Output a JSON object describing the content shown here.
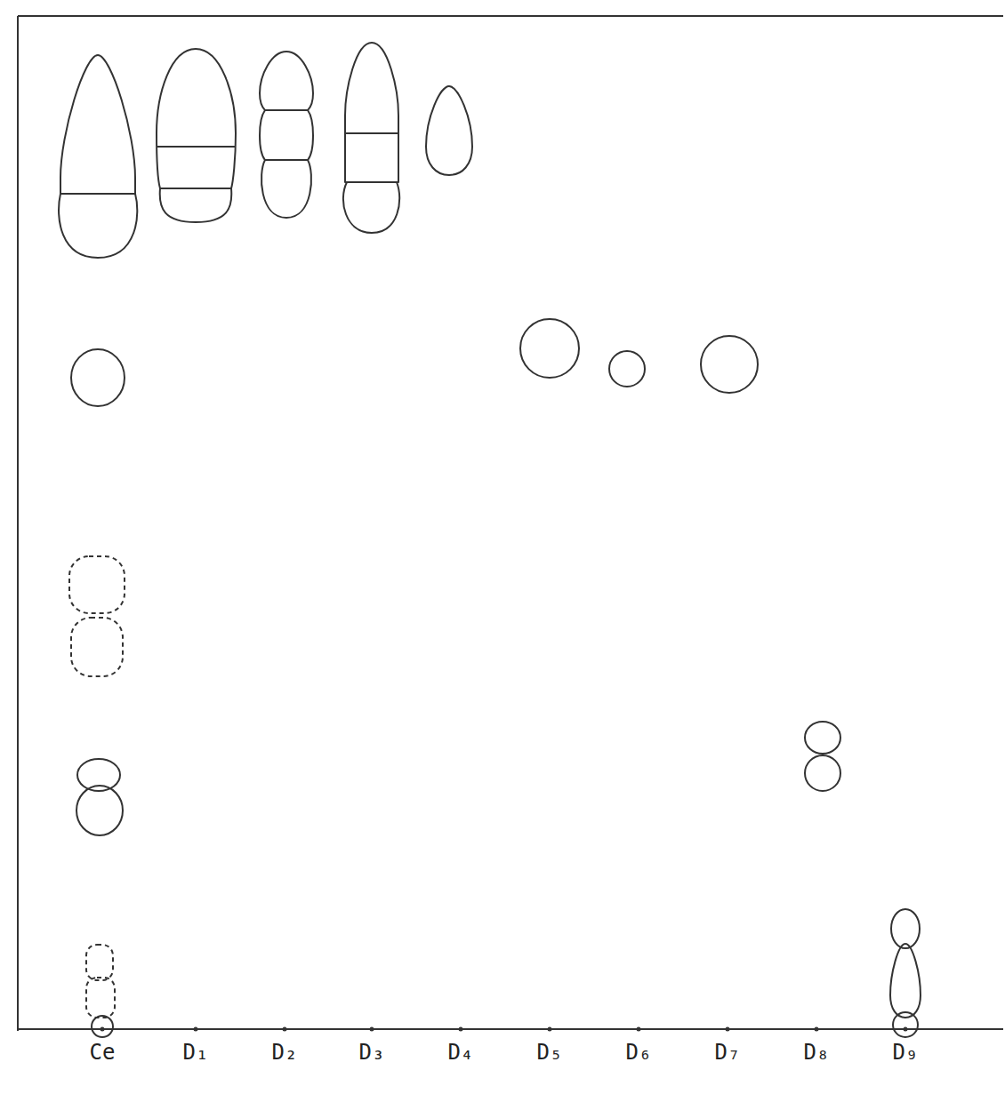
{
  "diagram": {
    "labels": [
      "Ce",
      "D₁",
      "D₂",
      "D₃",
      "D₄",
      "D₅",
      "D₆",
      "D₇",
      "D₈",
      "D₉"
    ]
  }
}
